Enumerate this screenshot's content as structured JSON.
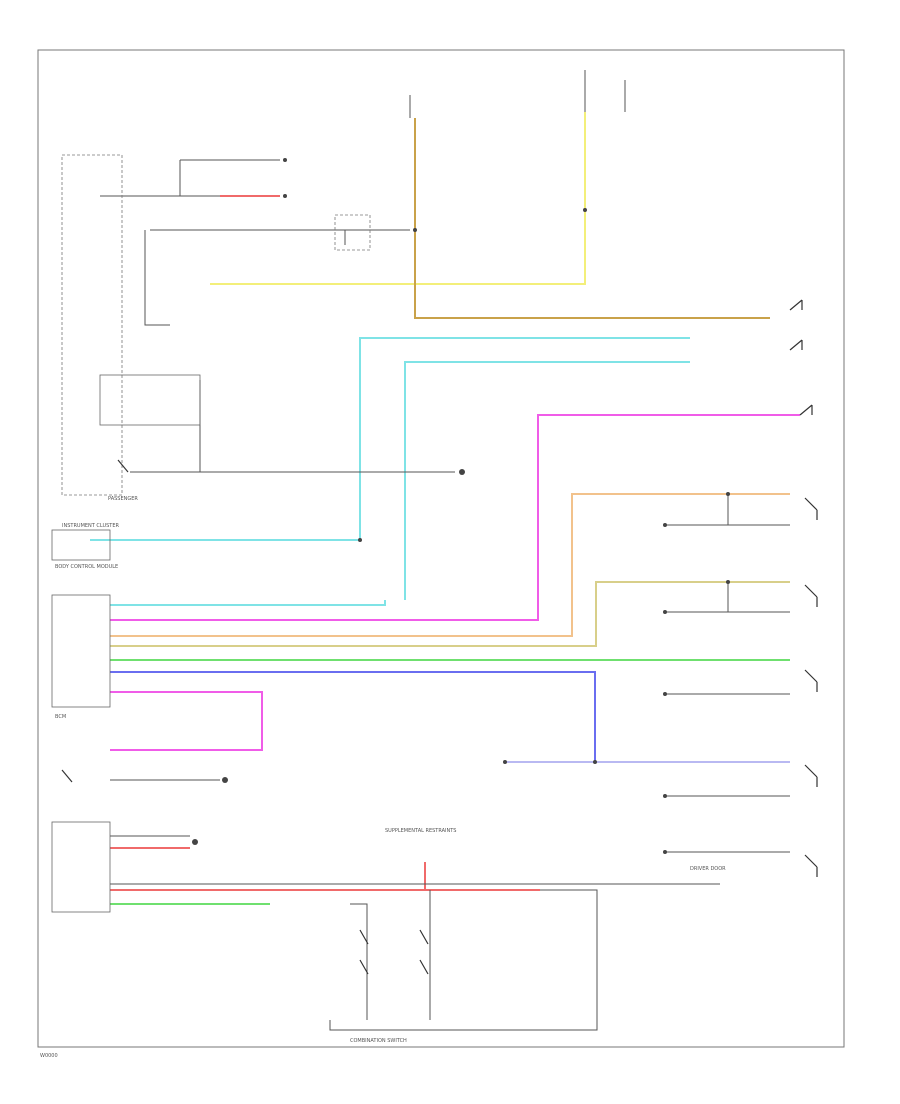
{
  "diagram": {
    "footer_code": "W0000",
    "colors": {
      "yellow": "#f3ef7a",
      "tan": "#c9a24a",
      "cyan": "#7fe3e6",
      "magenta": "#f05ce8",
      "orange": "#f2c28c",
      "khaki": "#d8cf8a",
      "green": "#6fe06f",
      "blue": "#6a6ef0",
      "lavender": "#b9b9f2",
      "red": "#f06a6a",
      "black": "#444444"
    },
    "components": {
      "instrument_cluster": "INSTRUMENT CLUSTER",
      "body_control": "BODY CONTROL MODULE",
      "bcm": "BCM",
      "passenger": "PASSENGER",
      "driver_door": "DRIVER DOOR",
      "supplemental": "SUPPLEMENTAL RESTRAINTS",
      "combination_switch": "COMBINATION SWITCH"
    }
  }
}
